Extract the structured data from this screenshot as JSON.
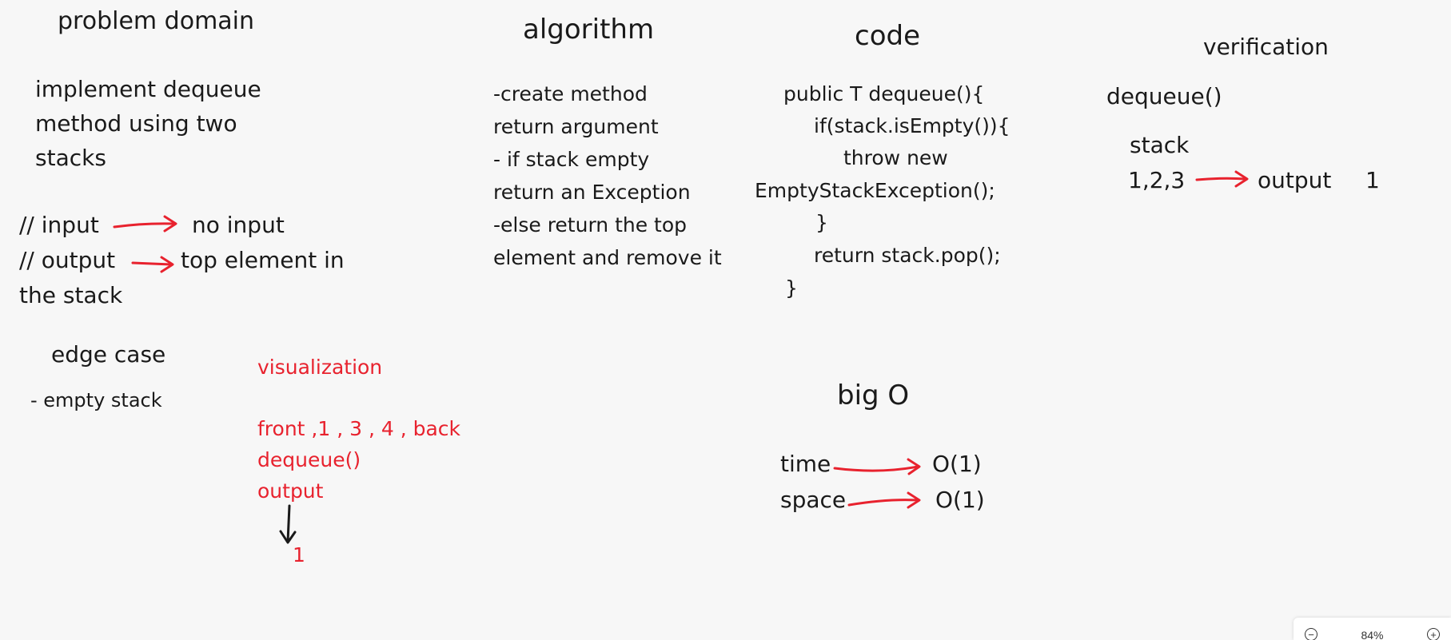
{
  "problem_domain": {
    "heading": "problem domain",
    "lines": [
      "implement dequeue",
      "method using two",
      "stacks"
    ],
    "input_label": "// input",
    "input_value": "no input",
    "output_label": "// output",
    "output_value": "top element in",
    "output_value_2": "the stack"
  },
  "edge_case": {
    "heading": "edge case",
    "item": "- empty stack"
  },
  "visualization": {
    "heading": "visualization",
    "line1": "front ,1 , 3 , 4 , back",
    "line2": "dequeue()",
    "line3": "output",
    "result": "1"
  },
  "algorithm": {
    "heading": "algorithm",
    "lines": [
      "-create method",
      "return argument",
      "- if stack empty",
      "return an Exception",
      "-else return the top",
      "element and remove it"
    ]
  },
  "code": {
    "heading": "code",
    "lines": [
      "public T dequeue(){",
      "if(stack.isEmpty()){",
      "throw new",
      "EmptyStackException();",
      "}",
      "return stack.pop();",
      "}"
    ]
  },
  "big_o": {
    "heading": "big O",
    "time_label": "time",
    "time_value": "O(1)",
    "space_label": "space",
    "space_value": "O(1)"
  },
  "verification": {
    "heading": "verification",
    "call": "dequeue()",
    "stack_label": "stack",
    "stack_values": "1,2,3",
    "output_label": "output",
    "output_value": "1"
  },
  "zoom": {
    "level": "84%",
    "zoom_out_icon": "zoom-out-icon",
    "zoom_in_icon": "zoom-in-icon"
  },
  "colors": {
    "background": "#f7f7f7",
    "ink": "#1a1a1a",
    "accent_red": "#e8222e"
  }
}
